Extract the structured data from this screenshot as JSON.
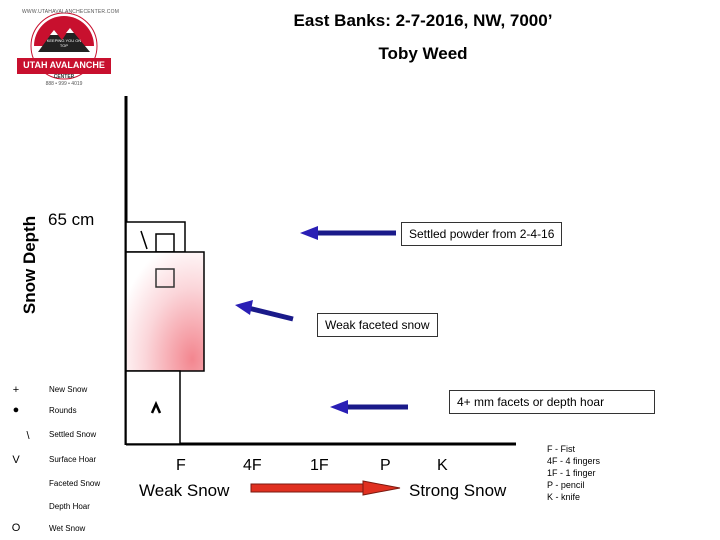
{
  "header": {
    "title": "East Banks:  2-7-2016, NW, 7000’",
    "author": "Toby Weed"
  },
  "logo": {
    "arc_text": "WWW.UTAHAVALANCHECENTER.COM",
    "motto": "KEEPING YOU ON TOP",
    "name": "UTAH AVALANCHE",
    "subname": "CENTER",
    "phone": "888 • 999 • 4019"
  },
  "axis": {
    "y_label": "Snow Depth",
    "depth_label": "65 cm",
    "hardness_ticks": [
      "F",
      "4F",
      "1F",
      "P",
      "K"
    ],
    "weak_label": "Weak Snow",
    "strong_label": "Strong Snow"
  },
  "grain_legend": [
    {
      "symbol": "+",
      "label": "New Snow"
    },
    {
      "symbol": "●",
      "label": "Rounds"
    },
    {
      "symbol": "\\",
      "label": "Settled Snow"
    },
    {
      "symbol": "V",
      "label": "Surface Hoar"
    },
    {
      "symbol": "",
      "label": "Faceted Snow"
    },
    {
      "symbol": "",
      "label": "Depth Hoar"
    },
    {
      "symbol": "O",
      "label": "Wet Snow"
    }
  ],
  "hardness_key": [
    "F - Fist",
    "4F - 4 fingers",
    "1F - 1 finger",
    "P - pencil",
    "K - knife"
  ],
  "layers": [
    {
      "hardness": "F",
      "grain_symbol": "\\",
      "grain_type": "settled snow + faceted"
    },
    {
      "hardness": "4F-",
      "grain_type": "faceted"
    },
    {
      "hardness": "F",
      "grain_symbol": "∧",
      "grain_type": "depth hoar"
    }
  ],
  "callouts": {
    "top": "Settled powder from 2-4-16",
    "middle": "Weak faceted snow",
    "bottom": "4+ mm facets or depth hoar"
  },
  "colors": {
    "arrow_blue": "#2a1fb5",
    "strength_arrow_red": "#e03020",
    "layer_pink": "#f6a0a8",
    "logo_red": "#c8102e"
  }
}
